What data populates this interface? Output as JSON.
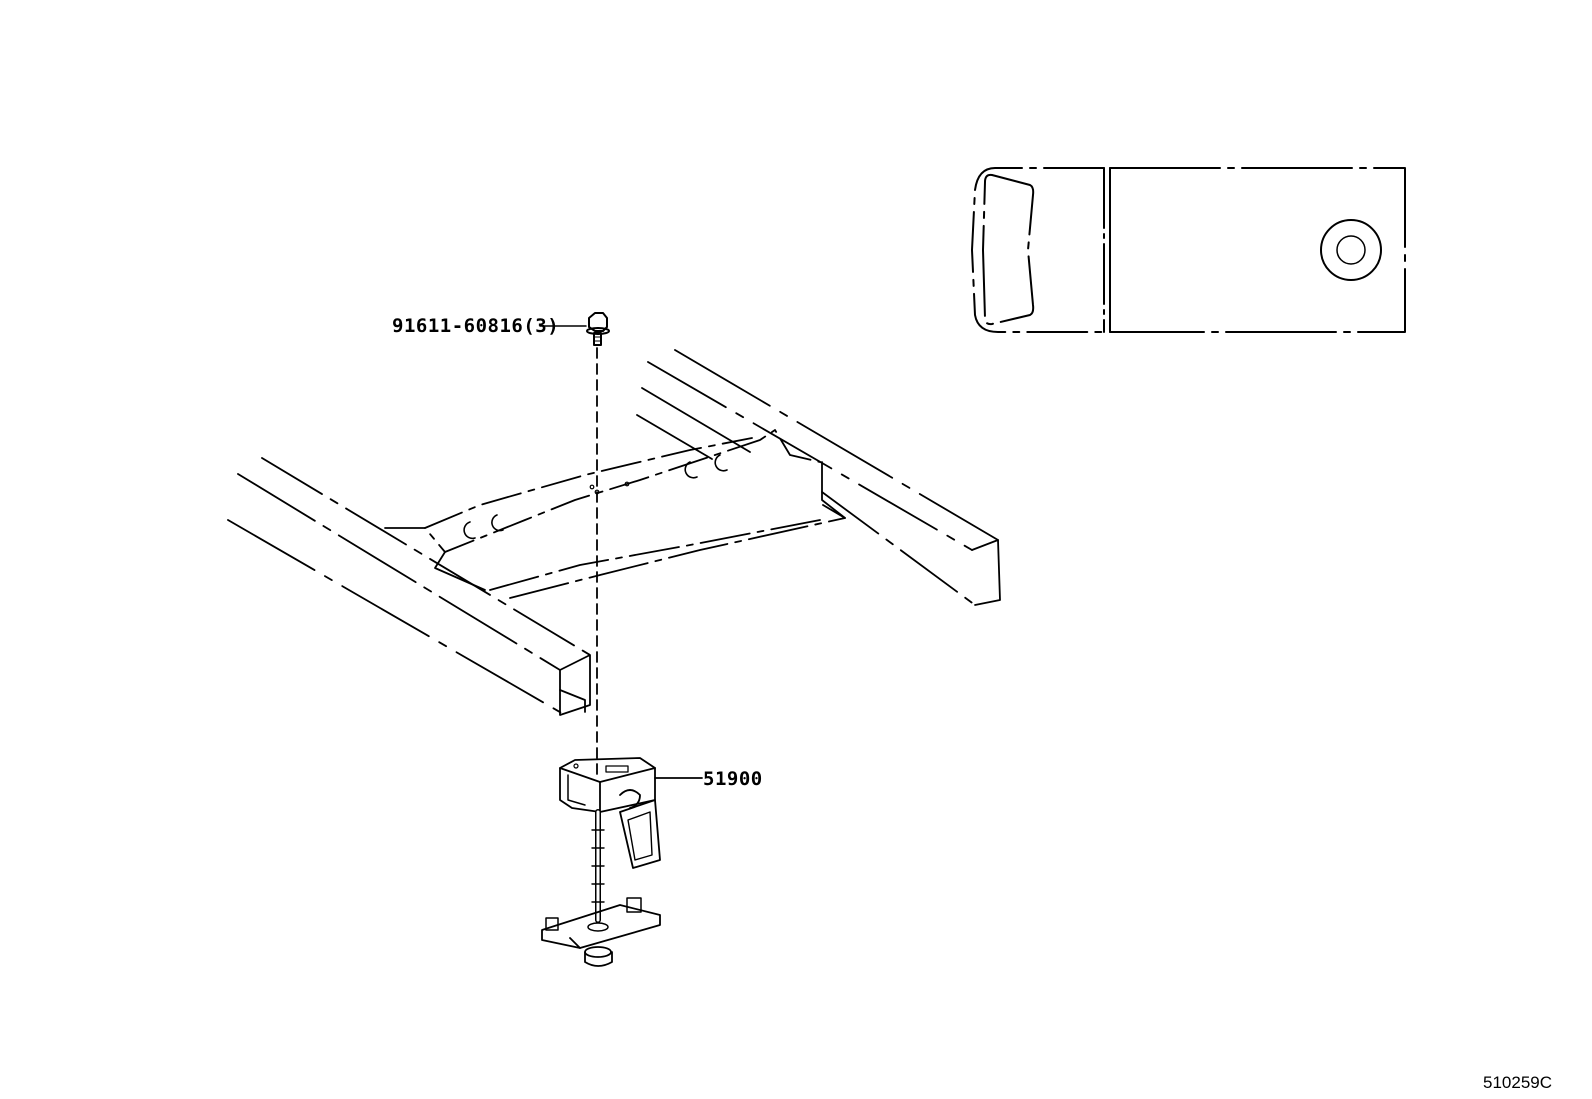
{
  "diagram": {
    "type": "exploded-parts-diagram",
    "illustration_id": "510259C",
    "parts": [
      {
        "part_number": "91611-60816",
        "quantity": "(3)",
        "label": "91611-60816(3)",
        "description_icon": "flange-bolt-icon"
      },
      {
        "part_number": "51900",
        "label": "51900",
        "description_icon": "spare-tire-carrier-icon"
      }
    ],
    "inset": {
      "description": "vehicle-top-view-locator",
      "icon": "vehicle-top-view-icon"
    },
    "main_view": {
      "description": "frame-crossmember-assembly",
      "icon": "frame-crossmember-icon"
    },
    "colors": {
      "line": "#000000",
      "background": "#ffffff"
    }
  }
}
